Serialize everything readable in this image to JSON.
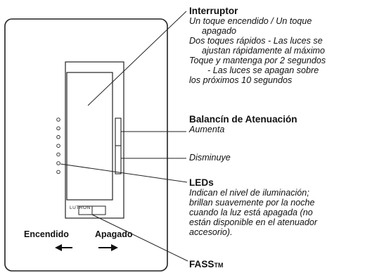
{
  "device": {
    "brand": "LUTRON",
    "left_label": "Encendido",
    "right_label": "Apagado",
    "led_count": 7
  },
  "callouts": {
    "interruptor": {
      "title": "Interruptor",
      "lines": [
        "Un toque encendido / Un toque",
        "apagado",
        "Dos toques rápidos - Las luces se",
        "ajustan rápidamente al máximo",
        "Toque y mantenga por 2 segundos",
        "- Las luces se apagan sobre",
        "los próximos 10 segundos"
      ]
    },
    "balancin": {
      "title": "Balancín de Atenuación",
      "up": "Aumenta",
      "down": "Disminuye"
    },
    "leds": {
      "title": "LEDs",
      "lines": [
        "Indican el nivel de iluminación;",
        "brillan suavemente por la noche",
        "cuando la luz está apagada (no",
        "están disponible en el atenuador",
        "accesorio)."
      ]
    },
    "fass": {
      "title": "FASS",
      "tm": "TM"
    }
  }
}
